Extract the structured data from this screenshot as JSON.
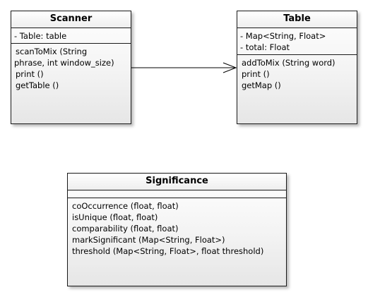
{
  "classes": {
    "scanner": {
      "name": "Scanner",
      "attributes": [
        "- Table: table"
      ],
      "operations": [
        "scanToMix (String",
        "phrase, int window_size)",
        "print ()",
        "getTable ()"
      ]
    },
    "table": {
      "name": "Table",
      "attributes": [
        "- Map<String, Float>",
        "- total: Float"
      ],
      "operations": [
        "addToMix (String word)",
        "print ()",
        "getMap ()"
      ]
    },
    "significance": {
      "name": "Significance",
      "attributes": [],
      "operations": [
        "coOccurrence (float, float)",
        "isUnique (float, float)",
        "comparability (float, float)",
        "markSignificant (Map<String, Float>)",
        "threshold (Map<String, Float>, float threshold)"
      ]
    }
  },
  "relations": [
    {
      "from": "Scanner",
      "to": "Table",
      "type": "association"
    }
  ]
}
